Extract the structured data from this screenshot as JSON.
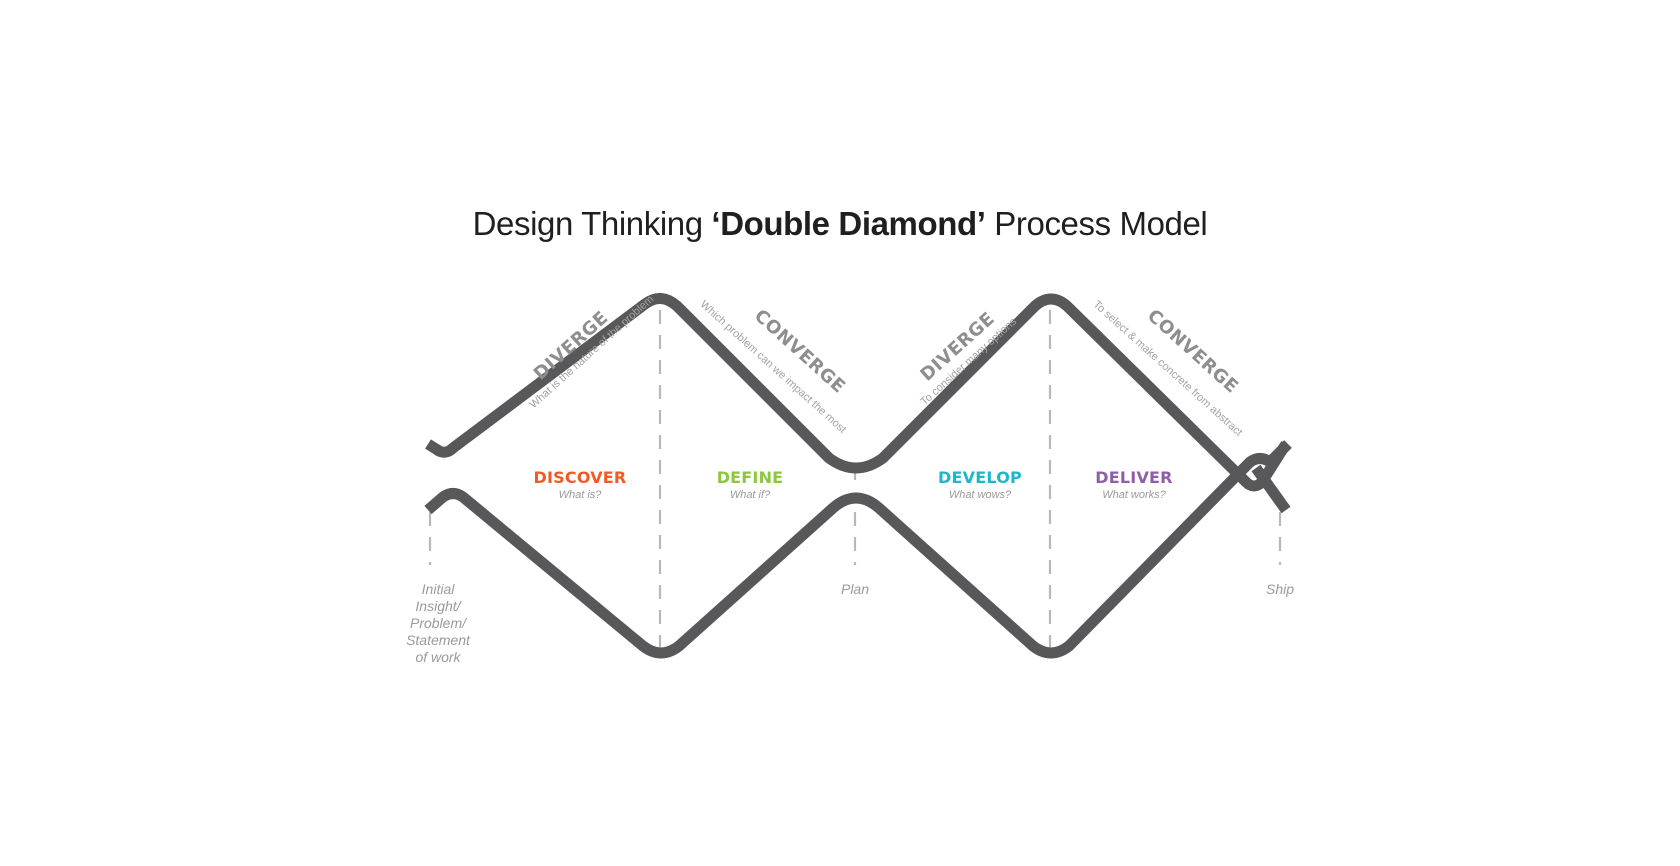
{
  "title": {
    "prefix": "Design Thinking ",
    "bold": "‘Double Diamond’",
    "suffix": " Process Model"
  },
  "modes": [
    {
      "label": "DIVERGE",
      "sub": "What is the nature of the problem"
    },
    {
      "label": "CONVERGE",
      "sub": "Which problem can we impact the most"
    },
    {
      "label": "DIVERGE",
      "sub": "To consider many options"
    },
    {
      "label": "CONVERGE",
      "sub": "To select & make concrete from abstract"
    }
  ],
  "phases": [
    {
      "label": "DISCOVER",
      "question": "What is?",
      "color": "#f15a22"
    },
    {
      "label": "DEFINE",
      "question": "What if?",
      "color": "#8dc63f"
    },
    {
      "label": "DEVELOP",
      "question": "What wows?",
      "color": "#1fb6c9"
    },
    {
      "label": "DELIVER",
      "question": "What works?",
      "color": "#8e5ea8"
    }
  ],
  "milestones": {
    "start": [
      "Initial",
      "Insight/",
      "Problem/",
      "Statement",
      "of work"
    ],
    "middle": "Plan",
    "end": "Ship"
  },
  "colors": {
    "line": "#58585a",
    "dash": "#b8b8b8"
  }
}
